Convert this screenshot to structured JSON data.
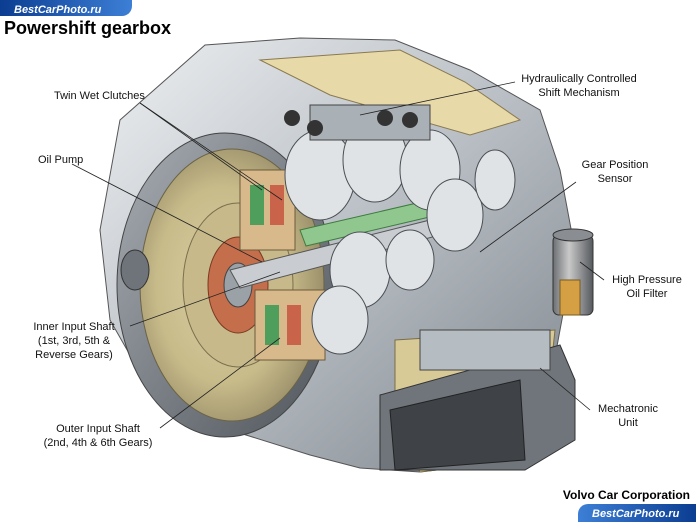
{
  "watermark": "BestCarPhoto.ru",
  "title": "Powershift gearbox",
  "credit": "Volvo Car Corporation",
  "labels": {
    "twin_wet_clutches": "Twin Wet Clutches",
    "oil_pump": "Oil Pump",
    "hydraulic_shift": "Hydraulically Controlled\nShift Mechanism",
    "gear_position_sensor": "Gear Position\nSensor",
    "high_pressure_filter": "High Pressure\nOil Filter",
    "inner_input_shaft": "Inner Input Shaft\n(1st, 3rd, 5th &\nReverse Gears)",
    "outer_input_shaft": "Outer Input Shaft\n(2nd, 4th & 6th Gears)",
    "mechatronic_unit": "Mechatronic\nUnit"
  }
}
